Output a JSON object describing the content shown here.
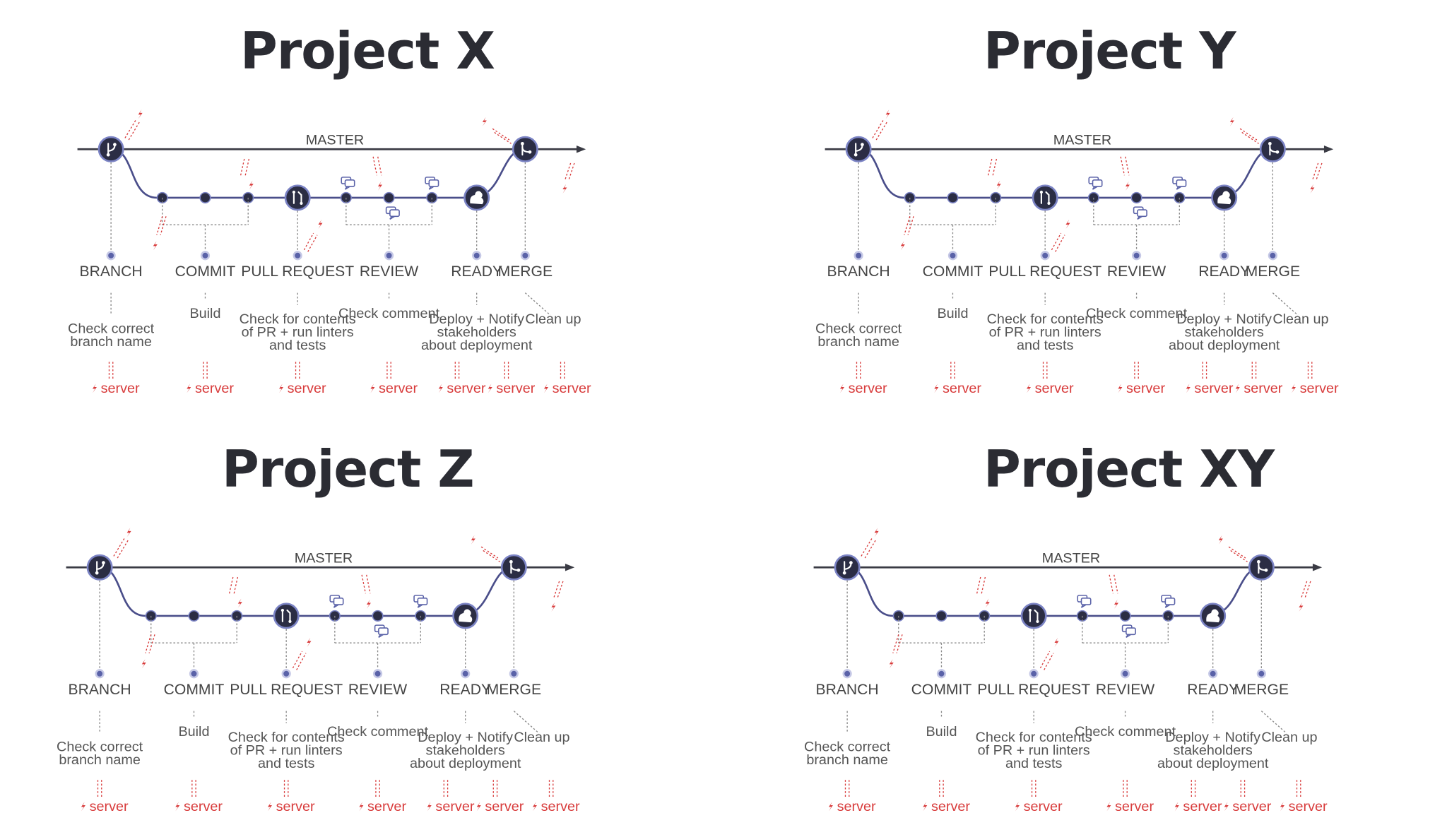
{
  "panels": [
    {
      "id": "x",
      "title": "Project X"
    },
    {
      "id": "y",
      "title": "Project Y"
    },
    {
      "id": "z",
      "title": "Project Z"
    },
    {
      "id": "xy",
      "title": "Project XY"
    }
  ],
  "diagram": {
    "master_label": "MASTER",
    "stages": [
      {
        "key": "branch",
        "label": "BRANCH",
        "desc": [
          "Check correct",
          "branch name"
        ]
      },
      {
        "key": "commit",
        "label": "COMMIT",
        "desc": [
          "Build"
        ]
      },
      {
        "key": "pull-request",
        "label": "PULL REQUEST",
        "desc": [
          "Check for contents",
          "of PR + run linters",
          "and tests"
        ]
      },
      {
        "key": "review",
        "label": "REVIEW",
        "desc": [
          "Check comment"
        ]
      },
      {
        "key": "ready",
        "label": "READY",
        "desc": [
          "Deploy + Notify",
          "stakeholders",
          "about deployment"
        ]
      },
      {
        "key": "merge",
        "label": "MERGE",
        "desc": [
          "Clean up"
        ]
      }
    ],
    "server_label": "server",
    "icons": {
      "branch": "git-branch-icon",
      "pull_request": "pull-request-icon",
      "ready": "squirrel-icon",
      "merge": "git-merge-icon",
      "comment": "comment-icon",
      "server": "lightning-icon"
    },
    "colors": {
      "line": "#3a3b44",
      "node": "#2b2d44",
      "node_ring": "#7b83c4",
      "dotted": "#888888",
      "server": "#d83b3b",
      "title": "#2b2c33"
    }
  }
}
